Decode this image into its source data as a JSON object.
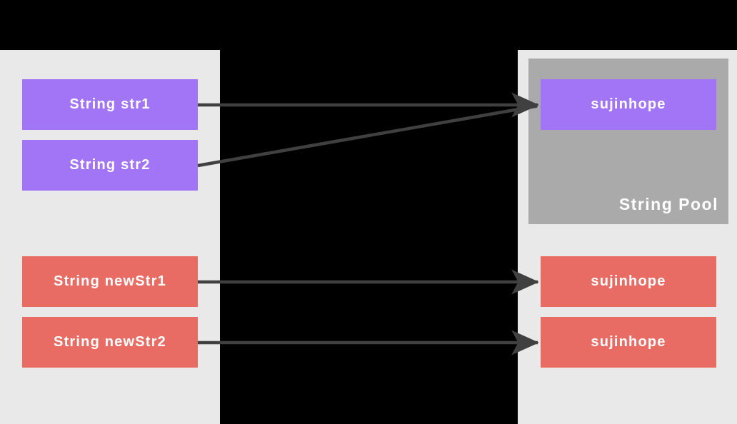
{
  "diagram": {
    "title_text": "",
    "colors": {
      "background": "#000000",
      "panel": "#e9e9e9",
      "pool": "#aaaaaa",
      "reference": "#a175f5",
      "object": "#e86c64",
      "arrow": "#404040",
      "text": "#ffffff"
    },
    "left_panel": {
      "references": [
        {
          "label": "String  str1",
          "style": "purple"
        },
        {
          "label": "String  str2",
          "style": "purple"
        },
        {
          "label": "String  newStr1",
          "style": "red"
        },
        {
          "label": "String  newStr2",
          "style": "red"
        }
      ]
    },
    "right_panel": {
      "pool": {
        "label": "String  Pool",
        "entries": [
          {
            "label": "sujinhope",
            "style": "purple"
          }
        ]
      },
      "heap_objects": [
        {
          "label": "sujinhope",
          "style": "red"
        },
        {
          "label": "sujinhope",
          "style": "red"
        }
      ]
    },
    "arrows": [
      {
        "name": "arrow-str1-to-pool",
        "from": "String  str1",
        "to": "sujinhope (pool)"
      },
      {
        "name": "arrow-str2-to-pool",
        "from": "String  str2",
        "to": "sujinhope (pool)"
      },
      {
        "name": "arrow-newstr1-to-object-1",
        "from": "String  newStr1",
        "to": "sujinhope (heap 1)"
      },
      {
        "name": "arrow-newstr2-to-object-2",
        "from": "String  newStr2",
        "to": "sujinhope (heap 2)"
      }
    ]
  }
}
